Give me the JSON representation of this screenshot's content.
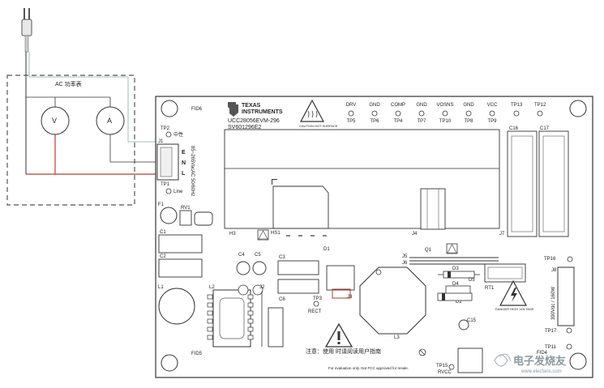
{
  "meter_box": {
    "title": "AC 功率表",
    "voltmeter": "V",
    "ammeter": "A"
  },
  "board": {
    "brand_line1": "TEXAS",
    "brand_line2": "INSTRUMENTS",
    "model": "UCC28056EVM-296",
    "serial": "SV601296E2",
    "caution_text": "CAUTION HOT SURFACE",
    "danger_text": "DANGER HIGH VOLTAGE",
    "fid_top": "FID6",
    "fid_bottom": "FID5",
    "fid_right": "FID4",
    "input_spec": "85~265VacAC 50/60Hz",
    "output_spec": "390Vdc / 160W",
    "ground_label": "中性",
    "line_label": "Line",
    "notice": "注意：使用 时请阅读用户指南",
    "footer": "For evaluation only. Not FCC approved for resale.",
    "connector_pins": [
      "E",
      "N",
      "L"
    ],
    "watermark": "电子发烧友",
    "watermark_url": "www.elecfans.com"
  },
  "test_points": [
    {
      "name": "DRV",
      "tp": "TP5"
    },
    {
      "name": "GND",
      "tp": "TP6"
    },
    {
      "name": "COMP",
      "tp": "TP4"
    },
    {
      "name": "GND",
      "tp": "TP7"
    },
    {
      "name": "VOSNS",
      "tp": "TP10"
    },
    {
      "name": "GND",
      "tp": "TP8"
    },
    {
      "name": "VCC",
      "tp": "TP9"
    }
  ],
  "refdes": {
    "tp13": "TP13",
    "tp12": "TP12",
    "tp2": "TP2",
    "tp1": "TP1",
    "j1": "J1",
    "c16": "C16",
    "c17": "C17",
    "f1": "F1",
    "rv1": "RV1",
    "h3": "H3",
    "hs1": "HS1",
    "j4": "J4",
    "j7": "J7",
    "c1": "C1",
    "c2": "C2",
    "l1": "L1",
    "l2": "L2",
    "c4": "C4",
    "c5": "C5",
    "d1": "D1",
    "q1": "Q1",
    "tp16": "TP16",
    "j5": "J5",
    "j6": "J6",
    "d3": "D3",
    "d4": "D4",
    "d2": "D2",
    "rt1": "RT1",
    "c6": "C6",
    "j2": "J2",
    "tp3": "TP3",
    "rect": "RECT",
    "j3": "J3",
    "l3": "L3",
    "c15": "C15",
    "tp17": "TP17",
    "tp11": "TP11",
    "tp15": "TP15",
    "rvcc": "RVCC",
    "j8": "J8",
    "c3": "C3",
    "d5": "D5"
  }
}
